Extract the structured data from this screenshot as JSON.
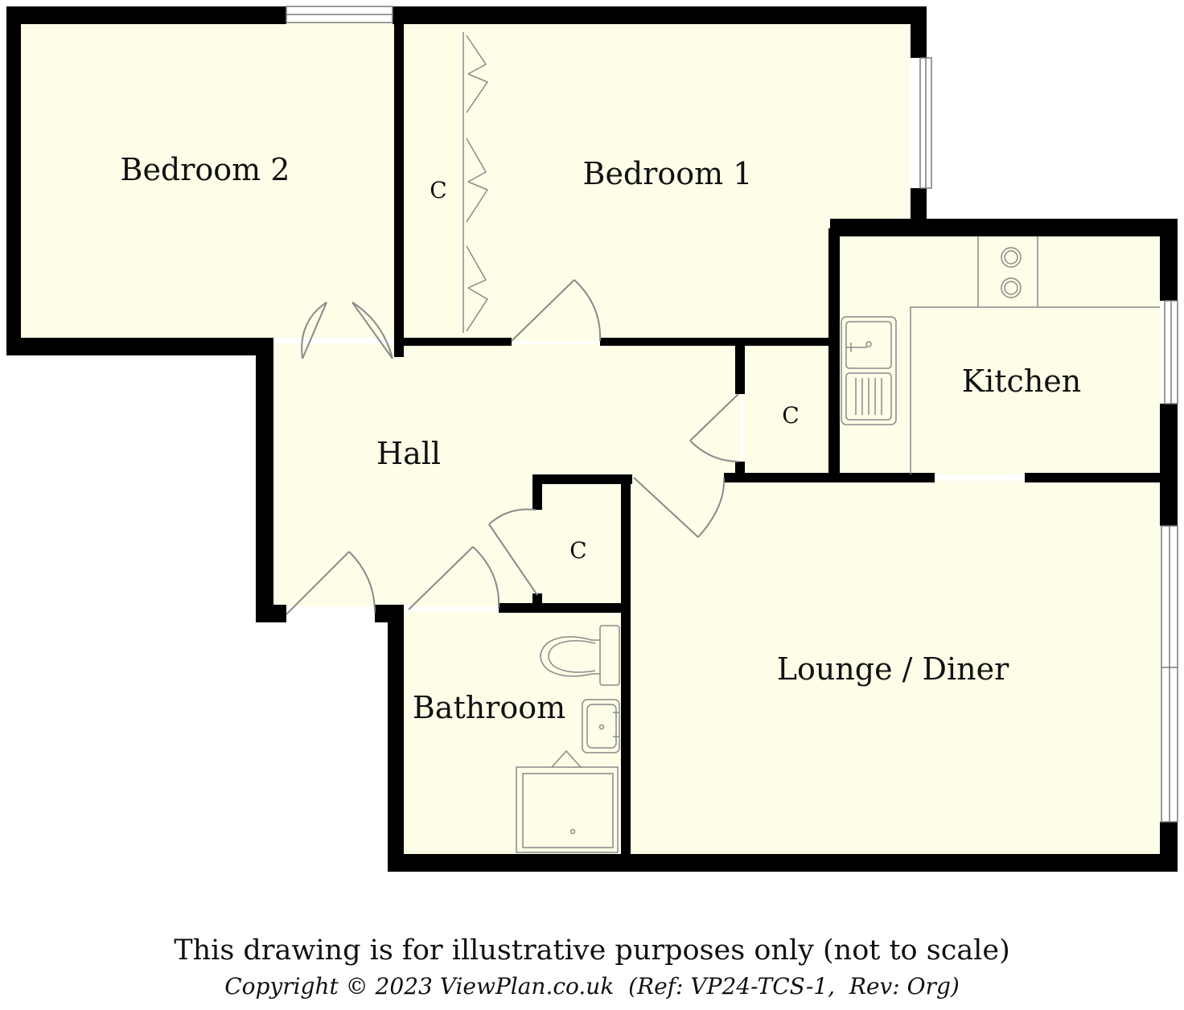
{
  "colors": {
    "floor": "#fdfde8",
    "wall": "#000000",
    "fixture_line": "#8a8a8a",
    "window_frame": "#7a7a7a"
  },
  "rooms": {
    "bedroom_2": "Bedroom 2",
    "bedroom_1": "Bedroom 1",
    "hall": "Hall",
    "kitchen": "Kitchen",
    "bathroom": "Bathroom",
    "lounge_diner": "Lounge / Diner",
    "cupboard_bedroom_1": "C",
    "cupboard_kitchen": "C",
    "cupboard_hall": "C"
  },
  "fixtures": [
    "hob-icon",
    "sink-icon",
    "wardrobe-doors-icon",
    "toilet-icon",
    "basin-icon",
    "shower-tray-icon"
  ],
  "footer": {
    "disclaimer": "This drawing is for illustrative purposes only (not to scale)",
    "copyright": "Copyright © 2023 ViewPlan.co.uk  (Ref: VP24-TCS-1,  Rev: Org)"
  }
}
